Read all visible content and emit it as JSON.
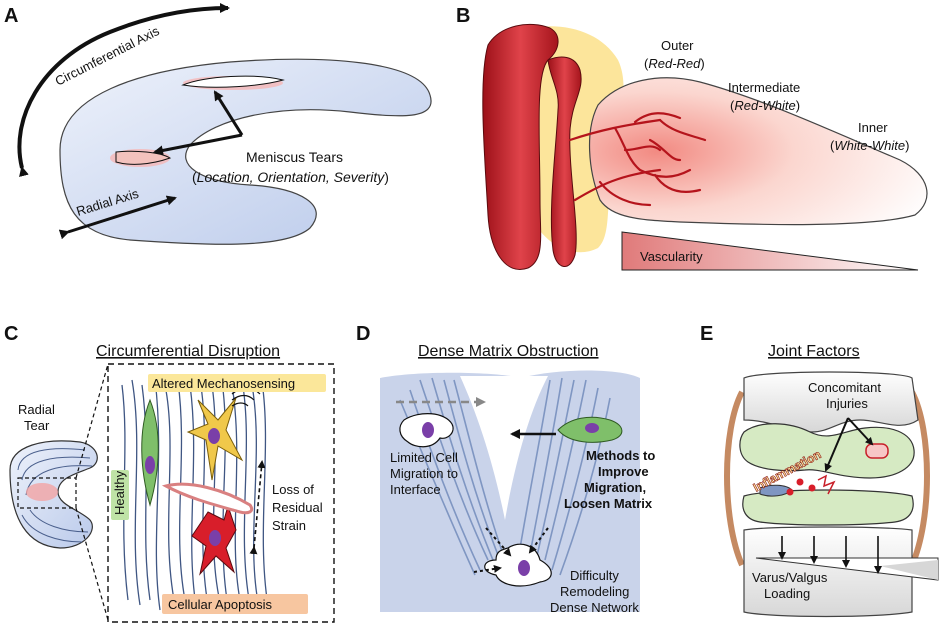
{
  "colors": {
    "meniscus_fill": "#c9d6ef",
    "tear_glow": "#f2a4a4",
    "vessel_red": "#c8202a",
    "outer_zone_yellow": "#fbe08a",
    "matrix_blue": "#c9d3ea",
    "fiber_blue": "#7f96c2",
    "cell_green": "#7fbf6a",
    "cell_red": "#d81e2a",
    "cell_yellow": "#f0c84a",
    "nucleus_purple": "#7a3fa8",
    "joint_green": "#d6eac3",
    "highlight_yellow": "#fbe79a",
    "highlight_green": "#bfe3a6",
    "highlight_orange": "#f7c6a0"
  },
  "panelA": {
    "letter": "A",
    "circumferential_axis": "Circumferential Axis",
    "radial_axis": "Radial Axis",
    "tears_title": "Meniscus Tears",
    "tears_paren_open": "(",
    "tears_details": "Location, Orientation, Severity",
    "tears_paren_close": ")"
  },
  "panelB": {
    "letter": "B",
    "outer": "Outer",
    "outer_sub": "Red-Red",
    "intermediate": "Intermediate",
    "intermediate_sub": "Red-White",
    "inner": "Inner",
    "inner_sub": "White-White",
    "vascularity": "Vascularity"
  },
  "panelC": {
    "letter": "C",
    "title": "Circumferential Disruption",
    "radial_tear_1": "Radial",
    "radial_tear_2": "Tear",
    "altered": "Altered Mechanosensing",
    "healthy": "Healthy",
    "loss_1": "Loss of",
    "loss_2": "Residual",
    "loss_3": "Strain",
    "apoptosis": "Cellular Apoptosis"
  },
  "panelD": {
    "letter": "D",
    "title": "Dense Matrix Obstruction",
    "limited_1": "Limited Cell",
    "limited_2": "Migration to",
    "limited_3": "Interface",
    "methods_1": "Methods to",
    "methods_2": "Improve",
    "methods_3": "Migration,",
    "methods_4": "Loosen Matrix",
    "difficulty_1": "Difficulty",
    "difficulty_2": "Remodeling",
    "difficulty_3": "Dense Network"
  },
  "panelE": {
    "letter": "E",
    "title": "Joint Factors",
    "concomitant_1": "Concomitant",
    "concomitant_2": "Injuries",
    "inflammation": "Inflammation",
    "varus_1": "Varus/Valgus",
    "varus_2": "Loading"
  }
}
